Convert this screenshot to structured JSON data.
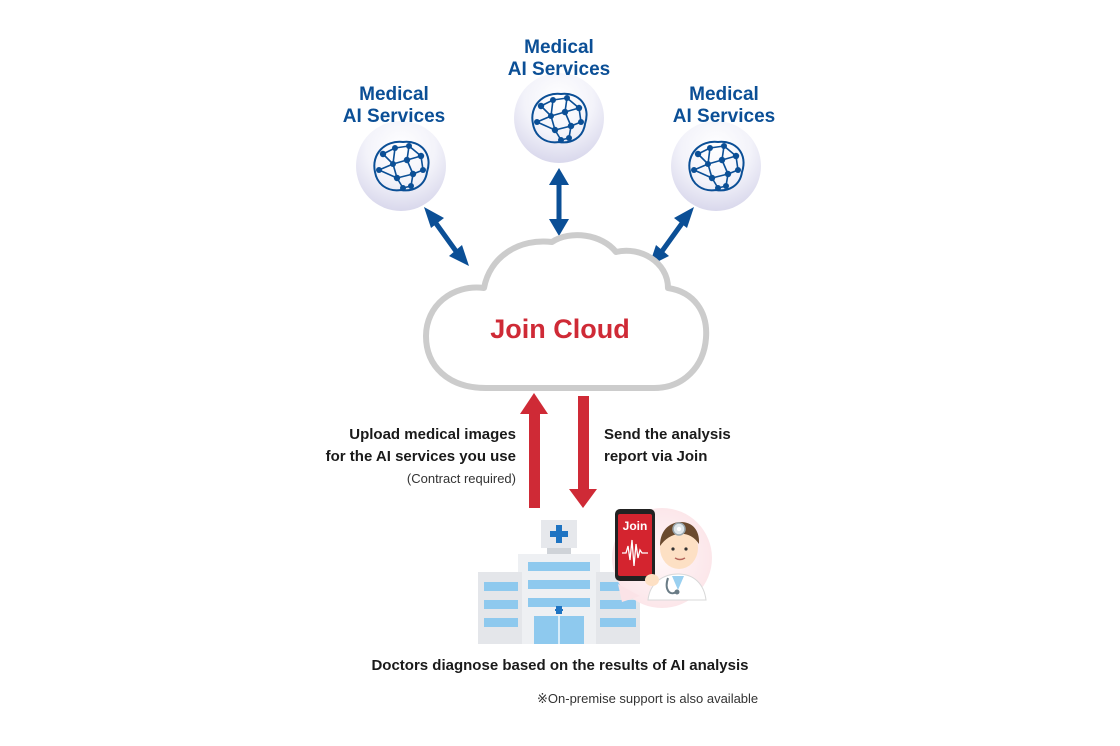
{
  "services": [
    {
      "line1": "Medical",
      "line2": "AI Services"
    },
    {
      "line1": "Medical",
      "line2": "AI Services"
    },
    {
      "line1": "Medical",
      "line2": "AI Services"
    }
  ],
  "cloud": {
    "label": "Join Cloud"
  },
  "upload": {
    "line1": "Upload medical images",
    "line2": "for the AI services you use",
    "note": "(Contract required)"
  },
  "report": {
    "line1": "Send the analysis",
    "line2": "report via Join"
  },
  "phone": {
    "app_label": "Join"
  },
  "caption": "Doctors diagnose based on the results of AI analysis",
  "footnote": "※On-premise support is also available",
  "colors": {
    "blue": "#0b4f96",
    "red": "#cf2a36",
    "light_blue": "#8ec9ee"
  },
  "icons": [
    "brain-network-icon",
    "cloud-icon",
    "hospital-icon",
    "doctor-icon",
    "smartphone-icon"
  ]
}
